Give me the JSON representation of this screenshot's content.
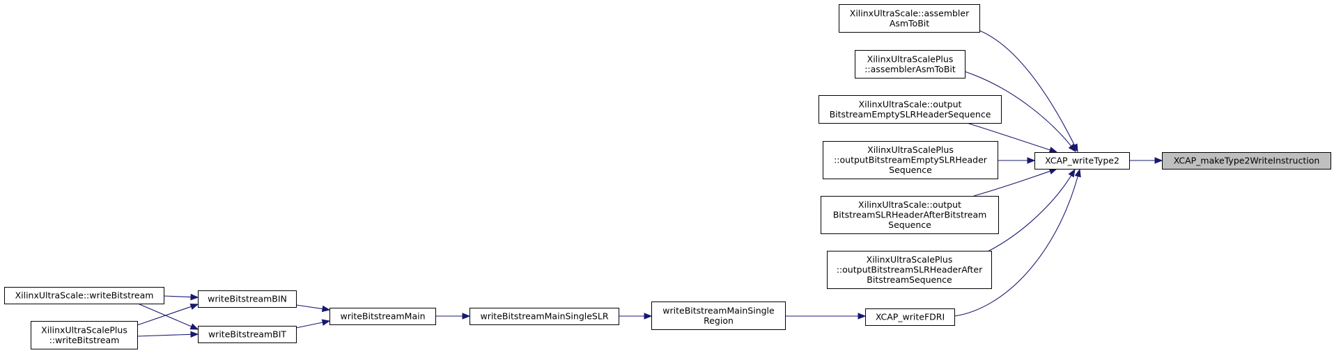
{
  "diagram": {
    "nodes": [
      {
        "id": "root",
        "lines": [
          "XCAP_makeType2WriteInstruction"
        ],
        "highlighted": true
      },
      {
        "id": "writeType2",
        "lines": [
          "XCAP_writeType2"
        ]
      },
      {
        "id": "usAsm",
        "lines": [
          "XilinxUltraScale::assembler",
          "AsmToBit"
        ]
      },
      {
        "id": "uspAsm",
        "lines": [
          "XilinxUltraScalePlus",
          "::assemblerAsmToBit"
        ]
      },
      {
        "id": "usEmpty",
        "lines": [
          "XilinxUltraScale::output",
          "BitstreamEmptySLRHeaderSequence"
        ]
      },
      {
        "id": "uspEmpty",
        "lines": [
          "XilinxUltraScalePlus",
          "::outputBitstreamEmptySLRHeader",
          "Sequence"
        ]
      },
      {
        "id": "usAfter",
        "lines": [
          "XilinxUltraScale::output",
          "BitstreamSLRHeaderAfterBitstream",
          "Sequence"
        ]
      },
      {
        "id": "uspAfter",
        "lines": [
          "XilinxUltraScalePlus",
          "::outputBitstreamSLRHeaderAfter",
          "BitstreamSequence"
        ]
      },
      {
        "id": "writeFDRI",
        "lines": [
          "XCAP_writeFDRI"
        ]
      },
      {
        "id": "singleRegion",
        "lines": [
          "writeBitstreamMainSingle",
          "Region"
        ]
      },
      {
        "id": "singleSLR",
        "lines": [
          "writeBitstreamMainSingleSLR"
        ]
      },
      {
        "id": "main",
        "lines": [
          "writeBitstreamMain"
        ]
      },
      {
        "id": "bin",
        "lines": [
          "writeBitstreamBIN"
        ]
      },
      {
        "id": "bit",
        "lines": [
          "writeBitstreamBIT"
        ]
      },
      {
        "id": "usWrite",
        "lines": [
          "XilinxUltraScale::writeBitstream"
        ]
      },
      {
        "id": "uspWrite",
        "lines": [
          "XilinxUltraScalePlus",
          "::writeBitstream"
        ]
      }
    ],
    "edges": [
      {
        "from": "writeType2",
        "to": "root"
      },
      {
        "from": "usAsm",
        "to": "writeType2"
      },
      {
        "from": "uspAsm",
        "to": "writeType2"
      },
      {
        "from": "usEmpty",
        "to": "writeType2"
      },
      {
        "from": "uspEmpty",
        "to": "writeType2"
      },
      {
        "from": "usAfter",
        "to": "writeType2"
      },
      {
        "from": "uspAfter",
        "to": "writeType2"
      },
      {
        "from": "writeFDRI",
        "to": "writeType2"
      },
      {
        "from": "singleRegion",
        "to": "writeFDRI"
      },
      {
        "from": "singleSLR",
        "to": "singleRegion"
      },
      {
        "from": "main",
        "to": "singleSLR"
      },
      {
        "from": "bin",
        "to": "main"
      },
      {
        "from": "bit",
        "to": "main"
      },
      {
        "from": "usWrite",
        "to": "bin"
      },
      {
        "from": "usWrite",
        "to": "bit"
      },
      {
        "from": "uspWrite",
        "to": "bin"
      },
      {
        "from": "uspWrite",
        "to": "bit"
      }
    ]
  }
}
